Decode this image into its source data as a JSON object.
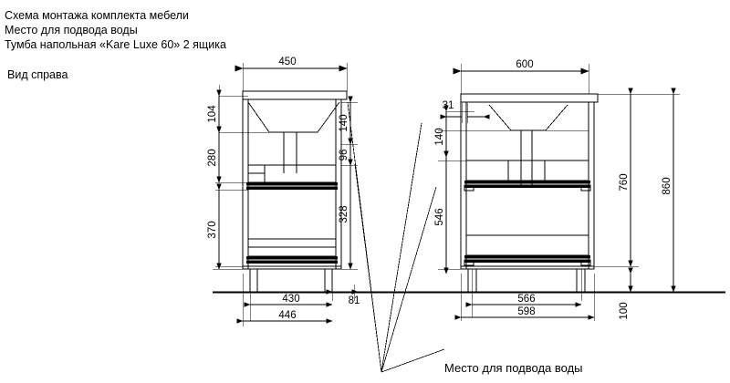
{
  "header": {
    "line1": "Схема монтажа комплекта мебели",
    "line2": "Место для подвода воды",
    "line3": "Тумба напольная «Kare Luxe 60» 2 ящика",
    "view_label": "Вид справа"
  },
  "callout": {
    "label": "Место для подвода воды"
  },
  "left_view": {
    "name": "Вид справа",
    "dimensions": {
      "top_width": "450",
      "v_104": "104",
      "v_280": "280",
      "v_370": "370",
      "r_140": "140",
      "r_96": "96",
      "r_328": "328",
      "b_430": "430",
      "b_446": "446",
      "b_81": "81"
    }
  },
  "right_view": {
    "dimensions": {
      "top_width": "600",
      "v_31": "31",
      "v_140": "140",
      "v_546": "546",
      "h_760": "760",
      "h_860": "860",
      "b_566": "566",
      "b_598": "598",
      "b_100": "100"
    }
  },
  "style": {
    "line_color": "#000000",
    "text_color": "#000000",
    "background": "#ffffff"
  }
}
